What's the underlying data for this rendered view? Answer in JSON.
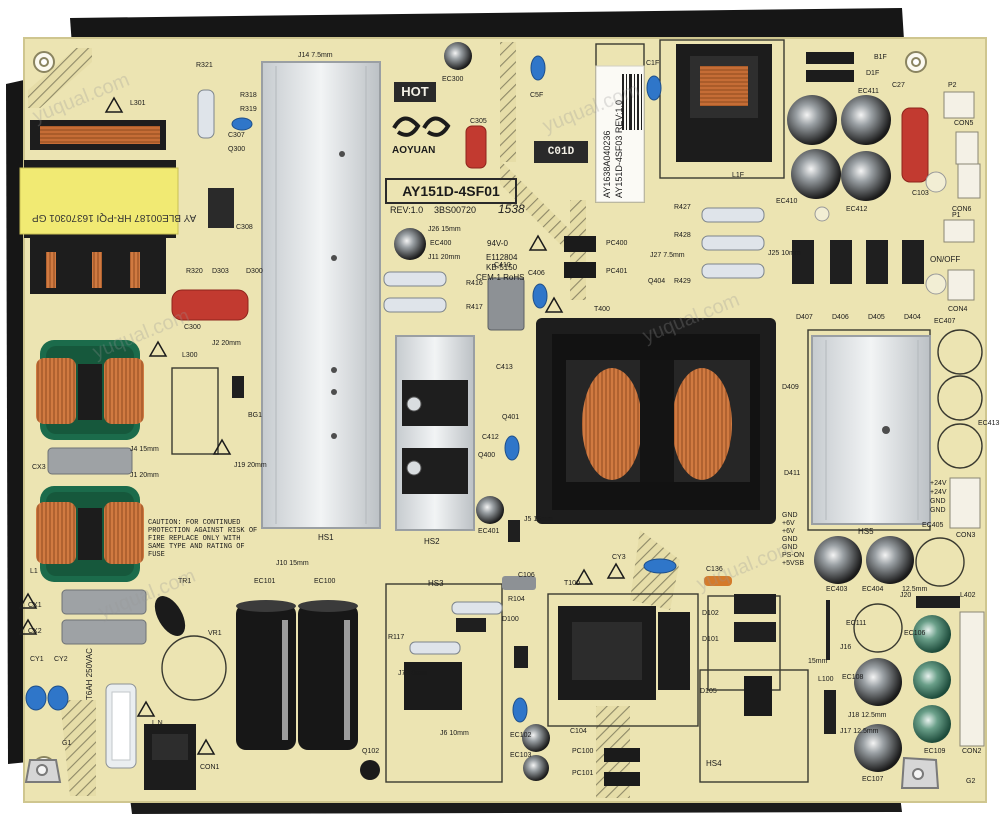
{
  "board": {
    "hot_label": "HOT",
    "brand": "AOYUAN",
    "model": "AY151D-4SF01",
    "revision": "REV:1.0",
    "part_code": "3BS00720",
    "date_code": "1538",
    "silk_id": "C01D",
    "cert_lines": [
      "E112804",
      "KB-5150",
      "CEM-1 RoHS"
    ],
    "cert_mark": "94V-0",
    "caution_text": "CAUTION: FOR CONTINUED PROTECTION AGAINST RISK OF FIRE REPLACE ONLY WITH SAME TYPE AND RATING OF FUSE",
    "fuse_rating": "T6AH 250VAC",
    "transformer_marking": "AY BLE00187 HR-PQI 16370301 GP"
  },
  "sticker": {
    "line1": "AY1638A040236",
    "line2": "AY151D-4SF03 REV:1.0"
  },
  "heatsink_labels": [
    "HS1",
    "HS2",
    "HS3",
    "HS4",
    "HS5"
  ],
  "output_pins": {
    "con2_labels": [
      "GND",
      "+6V",
      "+6V",
      "GND",
      "GND",
      "PS-ON",
      "+5VSB"
    ],
    "con3_labels": [
      "+24V",
      "+24V",
      "GND",
      "GND"
    ],
    "on_off": "ON/OFF"
  },
  "components": [
    {
      "id": "r321",
      "text": "R321"
    },
    {
      "id": "l301",
      "text": "L301"
    },
    {
      "id": "r318",
      "text": "R318"
    },
    {
      "id": "r319",
      "text": "R319"
    },
    {
      "id": "c307",
      "text": "C307"
    },
    {
      "id": "q300",
      "text": "Q300"
    },
    {
      "id": "r320",
      "text": "R320"
    },
    {
      "id": "d303",
      "text": "D303"
    },
    {
      "id": "c308",
      "text": "C308"
    },
    {
      "id": "d300",
      "text": "D300"
    },
    {
      "id": "c300",
      "text": "C300"
    },
    {
      "id": "ec300",
      "text": "EC300"
    },
    {
      "id": "c5f",
      "text": "C5F"
    },
    {
      "id": "c305",
      "text": "C305"
    },
    {
      "id": "j14",
      "text": "J14 7.5mm"
    },
    {
      "id": "j26",
      "text": "J26 15mm"
    },
    {
      "id": "ec400",
      "text": "EC400"
    },
    {
      "id": "j11",
      "text": "J11 20mm"
    },
    {
      "id": "r416",
      "text": "R416"
    },
    {
      "id": "r417",
      "text": "R417"
    },
    {
      "id": "c410",
      "text": "C410"
    },
    {
      "id": "c406",
      "text": "C406"
    },
    {
      "id": "pc400",
      "text": "PC400"
    },
    {
      "id": "pc401",
      "text": "PC401"
    },
    {
      "id": "c1f",
      "text": "C1F"
    },
    {
      "id": "l1f",
      "text": "L1F"
    },
    {
      "id": "b1f",
      "text": "B1F"
    },
    {
      "id": "d1f",
      "text": "D1F"
    },
    {
      "id": "ec411",
      "text": "EC411"
    },
    {
      "id": "c27",
      "text": "C27"
    },
    {
      "id": "p2",
      "text": "P2"
    },
    {
      "id": "con5",
      "text": "CON5"
    },
    {
      "id": "r427",
      "text": "R427"
    },
    {
      "id": "r428",
      "text": "R428"
    },
    {
      "id": "r429",
      "text": "R429"
    },
    {
      "id": "ec410",
      "text": "EC410"
    },
    {
      "id": "ec412",
      "text": "EC412"
    },
    {
      "id": "c103",
      "text": "C103"
    },
    {
      "id": "con6",
      "text": "CON6"
    },
    {
      "id": "p1",
      "text": "P1"
    },
    {
      "id": "j27",
      "text": "J27 7.5mm"
    },
    {
      "id": "j25",
      "text": "J25 10mm"
    },
    {
      "id": "q404",
      "text": "Q404"
    },
    {
      "id": "d407",
      "text": "D407"
    },
    {
      "id": "d406",
      "text": "D406"
    },
    {
      "id": "d405",
      "text": "D405"
    },
    {
      "id": "d404",
      "text": "D404"
    },
    {
      "id": "con4",
      "text": "CON4"
    },
    {
      "id": "t400",
      "text": "T400"
    },
    {
      "id": "c413",
      "text": "C413"
    },
    {
      "id": "q401",
      "text": "Q401"
    },
    {
      "id": "c412",
      "text": "C412"
    },
    {
      "id": "q400",
      "text": "Q400"
    },
    {
      "id": "ec401",
      "text": "EC401"
    },
    {
      "id": "j5",
      "text": "J5 15mm"
    },
    {
      "id": "d409",
      "text": "D409"
    },
    {
      "id": "d411",
      "text": "D411"
    },
    {
      "id": "ec407",
      "text": "EC407"
    },
    {
      "id": "ec413",
      "text": "EC413"
    },
    {
      "id": "l300",
      "text": "L300"
    },
    {
      "id": "j2",
      "text": "J2 20mm"
    },
    {
      "id": "bg1",
      "text": "BG1"
    },
    {
      "id": "j19",
      "text": "J19 20mm"
    },
    {
      "id": "j4",
      "text": "J4 15mm"
    },
    {
      "id": "j1",
      "text": "J1 20mm"
    },
    {
      "id": "cx3",
      "text": "CX3"
    },
    {
      "id": "l1",
      "text": "L1"
    },
    {
      "id": "cx1",
      "text": "CX1"
    },
    {
      "id": "cx2",
      "text": "CX2"
    },
    {
      "id": "tr1",
      "text": "TR1"
    },
    {
      "id": "vr1",
      "text": "VR1"
    },
    {
      "id": "cy1",
      "text": "CY1"
    },
    {
      "id": "cy2",
      "text": "CY2"
    },
    {
      "id": "g1",
      "text": "G1"
    },
    {
      "id": "con1",
      "text": "CON1"
    },
    {
      "id": "ln",
      "text": "L N"
    },
    {
      "id": "j10",
      "text": "J10 15mm"
    },
    {
      "id": "ec101",
      "text": "EC101"
    },
    {
      "id": "ec100",
      "text": "EC100"
    },
    {
      "id": "q102",
      "text": "Q102"
    },
    {
      "id": "r104",
      "text": "R104"
    },
    {
      "id": "d100",
      "text": "D100"
    },
    {
      "id": "r117",
      "text": "R117"
    },
    {
      "id": "j7",
      "text": "J7 10mm"
    },
    {
      "id": "j6",
      "text": "J6 10mm"
    },
    {
      "id": "c106",
      "text": "C106"
    },
    {
      "id": "c104",
      "text": "C104"
    },
    {
      "id": "ec102",
      "text": "EC102"
    },
    {
      "id": "ec103",
      "text": "EC103"
    },
    {
      "id": "pc100",
      "text": "PC100"
    },
    {
      "id": "pc101",
      "text": "PC101"
    },
    {
      "id": "cy3",
      "text": "CY3"
    },
    {
      "id": "t100",
      "text": "T100"
    },
    {
      "id": "c136",
      "text": "C136"
    },
    {
      "id": "d102",
      "text": "D102"
    },
    {
      "id": "d101",
      "text": "D101"
    },
    {
      "id": "d105",
      "text": "D105"
    },
    {
      "id": "ec403",
      "text": "EC403"
    },
    {
      "id": "ec404",
      "text": "EC404"
    },
    {
      "id": "ec405",
      "text": "EC405"
    },
    {
      "id": "con3",
      "text": "CON3"
    },
    {
      "id": "l402",
      "text": "L402"
    },
    {
      "id": "j20",
      "text": "J20"
    },
    {
      "id": "ec111",
      "text": "EC111"
    },
    {
      "id": "j16",
      "text": "J16"
    },
    {
      "id": "ec108",
      "text": "EC108"
    },
    {
      "id": "ec106",
      "text": "EC106"
    },
    {
      "id": "j18",
      "text": "J18 12.5mm"
    },
    {
      "id": "j17",
      "text": "J17 12.5mm"
    },
    {
      "id": "ec107",
      "text": "EC107"
    },
    {
      "id": "ec109",
      "text": "EC109"
    },
    {
      "id": "con2",
      "text": "CON2"
    },
    {
      "id": "g2",
      "text": "G2"
    },
    {
      "id": "j13",
      "text": "12.5mm"
    },
    {
      "id": "l100",
      "text": "L100"
    },
    {
      "id": "j15",
      "text": "15mm"
    }
  ],
  "colors": {
    "pcb": "#ece4b2",
    "silkscreen": "#2a2a2a",
    "heatsink": "#d9dde0",
    "copper": "#c8713a",
    "capacitor": "#1f1f1f",
    "transformer_core": "#1d1d1d",
    "yellow_tape": "#f1ea73",
    "blue_cap": "#2f76c9",
    "red_cap": "#c23a30",
    "insulator": "#1a1a1a"
  },
  "watermark": "yuqual.com"
}
